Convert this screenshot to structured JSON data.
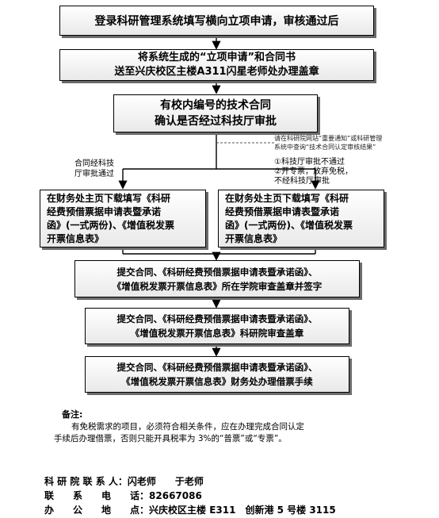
{
  "steps": {
    "s1": "登录科研管理系统填写横向立项申请，审核通过后",
    "s2_line1": "将系统生成的“立项申请”和合同书",
    "s2_line2": "送至兴庆校区主楼A311闪星老师处办理盖章",
    "s3_line1": "有校内编号的技术合同",
    "s3_line2": "确认是否经过科技厅审批",
    "left_line1": "在财务处主页下载填写《科研",
    "left_line2": "经费预借票据申请表暨承诺",
    "left_line3": "函》(一式两份)、《增值税发票",
    "left_line4": "开票信息表》",
    "right_line1": "在财务处主页下载填写《科研",
    "right_line2": "经费预借票据申请表暨承诺",
    "right_line3": "函》(一式两份)、《增值税发票",
    "right_line4": "开票信息表》",
    "s5_line1": "提交合同、《科研经费预借票据申请表暨承诺函》、",
    "s5_line2": "《增值税发票开票信息表》所在学院审查盖章并签字",
    "s6_line1": "提交合同、《科研经费预借票据申请表暨承诺函》、",
    "s6_line2": "《增值税发票开票信息表》科研院审查盖章",
    "s7_line1": "提交合同、《科研经费预借票据申请表暨承诺函》、",
    "s7_line2": "《增值税发票开票信息表》财务处办理借票手续"
  },
  "annotations": {
    "query_line1": "请在科研院网站“重要通知”或科研管理",
    "query_line2": "系统中查询“技术合同认定审核结果”",
    "left_branch_line1": "合同经科技",
    "left_branch_line2": "厅审批通过",
    "right_branch_line1": "①科技厅审批不通过",
    "right_branch_line2": "②开专票，放弃免税，",
    "right_branch_line3": "不经科技厅审批"
  },
  "remarks": {
    "title": "备注:",
    "line1": "有免税需求的项目，必须符合相关条件，应在办理完成合同认定",
    "line2": "手续后办理借票，否则只能开具税率为 3%的“普票”或“专票”。"
  },
  "contacts": {
    "contact_label": "科 研 院 联 系 人：",
    "contact_value": "闪老师　　于老师",
    "phone_label": "联　　系　　电　　话：",
    "phone_value": "82667086",
    "office_label": "办　　公　　地　　点：",
    "office_value": "兴庆校区主楼 E311　创新港 5 号楼 3115"
  }
}
